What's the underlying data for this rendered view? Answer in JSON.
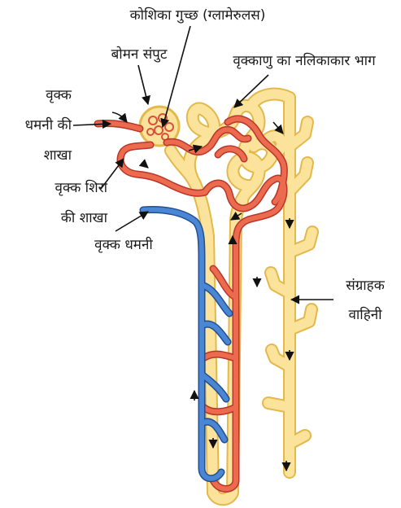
{
  "labels": {
    "glomerulus": "कोशिका गुच्छ (ग्लामेरुलस)",
    "bowman": "बोमन संपुट",
    "tubule": "वृक्काणु का नलिकाकार भाग",
    "renal_artery_branch_1": "वृक्क",
    "renal_artery_branch_2": "धमनी की",
    "renal_artery_branch_3": "शाखा",
    "renal_vein_branch_1": "वृक्क शिरा",
    "renal_vein_branch_2": "की शाखा",
    "renal_artery": "वृक्क धमनी",
    "collecting_duct_1": "संग्राहक",
    "collecting_duct_2": "वाहिनी"
  },
  "colors": {
    "tubule_fill": "#fbe39b",
    "tubule_outline": "#e3b94c",
    "artery_red": "#e2553e",
    "vein_blue": "#3a6fbd",
    "label_text": "#1a1a1a"
  }
}
